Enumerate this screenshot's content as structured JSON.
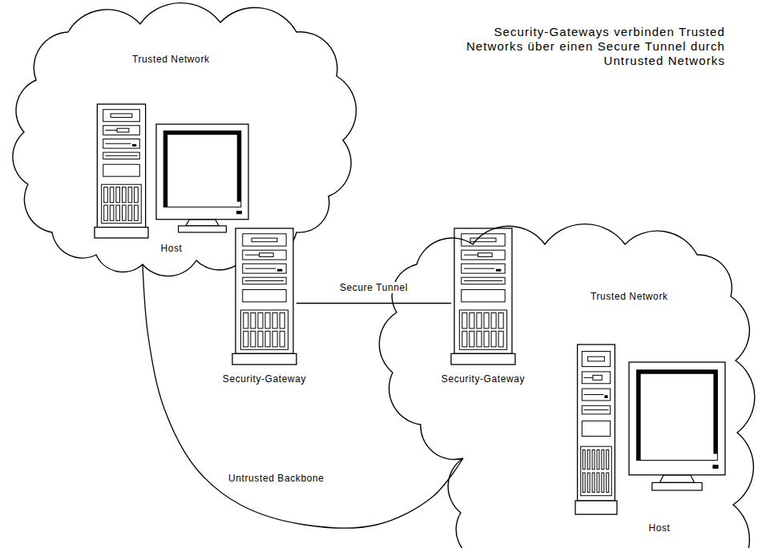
{
  "diagram": {
    "nodes": [
      {
        "text": [
          "Trusted Network"
        ]
      },
      {
        "text": [
          "Host"
        ],
        "in": 0
      },
      {
        "text": [
          "Security-Gateway"
        ]
      },
      {
        "text": [
          "Security-Gateway"
        ]
      },
      {
        "text": [
          "Trusted Network"
        ]
      },
      {
        "text": [
          "Host"
        ],
        "in": 4
      }
    ],
    "edges": [
      {
        "from": 2,
        "to": 3,
        "label": "Secure Tunnel",
        "arrow": "none"
      },
      {
        "from": 0,
        "to": 4,
        "label": "Untrusted Backbone",
        "arrow": "none"
      }
    ],
    "labels": [
      "Security-Gateways verbinden Trusted Networks über einen Secure Tunnel durch Untrusted Networks"
    ]
  }
}
